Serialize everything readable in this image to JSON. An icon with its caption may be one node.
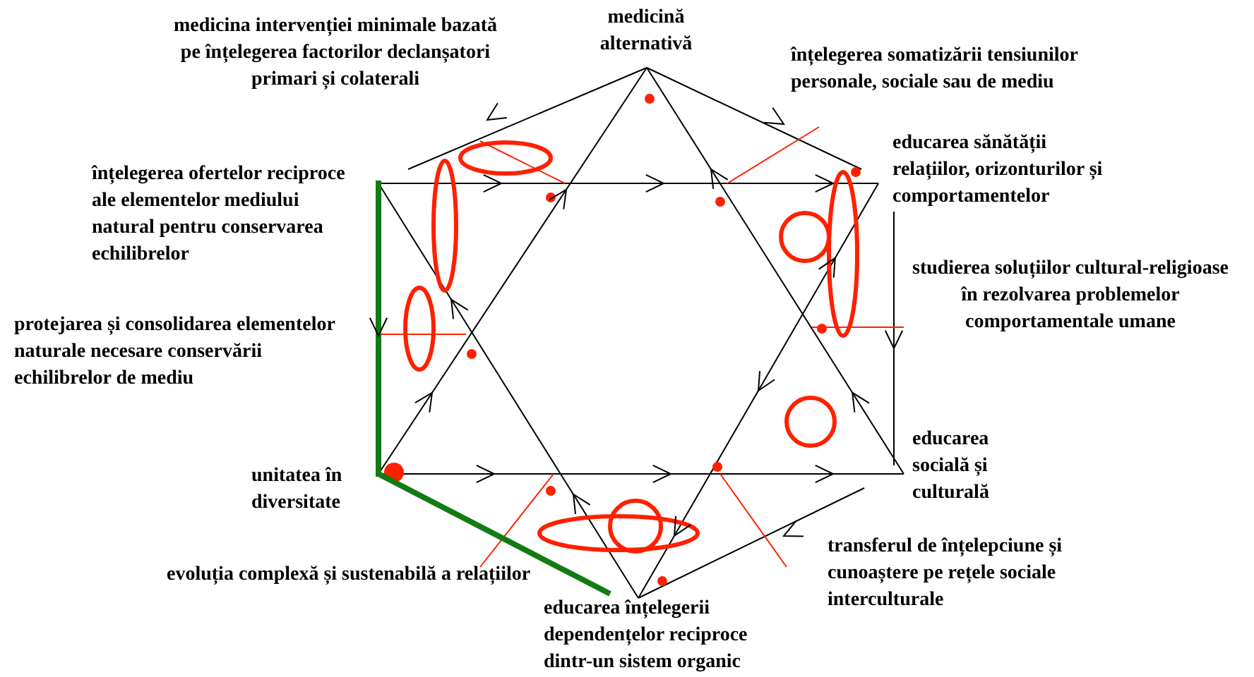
{
  "diagram": {
    "nodes": [
      {
        "text": [
          "medicina intervenției minimale bazată pe înțelegerea factorilor declanșatori primari și colaterali"
        ]
      },
      {
        "text": [
          "medicină alternativă"
        ]
      },
      {
        "text": [
          "înțelegerea somatizării tensiunilor personale, sociale sau de mediu"
        ]
      },
      {
        "text": [
          "educarea sănătății relațiilor, orizonturilor și comportamentelor"
        ]
      },
      {
        "text": [
          "studierea soluțiilor cultural-religioase în rezolvarea problemelor comportamentale umane"
        ]
      },
      {
        "text": [
          "educarea socială și culturală"
        ]
      },
      {
        "text": [
          "transferul de înțelepciune și cunoaștere pe rețele sociale interculturale"
        ]
      },
      {
        "text": [
          "educarea înțelegerii dependențelor reciproce dintr-un sistem organic"
        ]
      },
      {
        "text": [
          "evoluția complexă și sustenabilă a relațiilor"
        ]
      },
      {
        "text": [
          "unitatea în diversitate"
        ]
      },
      {
        "text": [
          "protejarea și consolidarea elementelor naturale necesare conservării echilibrelor de mediu"
        ]
      },
      {
        "text": [
          "înțelegerea ofertelor reciproce ale elementelor mediului natural pentru conservarea echilibrelor"
        ]
      }
    ]
  }
}
